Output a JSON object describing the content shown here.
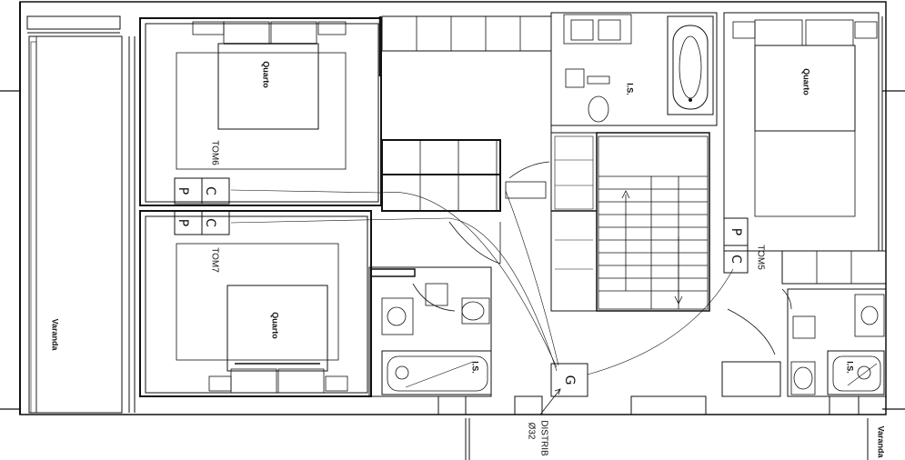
{
  "rooms": {
    "bedroom_1": "Quarto",
    "bedroom_2": "Quarto",
    "bedroom_3": "Quarto",
    "bathroom_top": "I.S.",
    "bathroom_bottom_left": "I.S.",
    "bathroom_bottom_right": "I.S."
  },
  "balconies": {
    "left": "Varanda",
    "right": "Varanda"
  },
  "tags": {
    "tom6": "TOM6",
    "tom7": "TOM7",
    "tom5": "TOM5"
  },
  "outlets": {
    "p": "P",
    "c": "C",
    "g": "G"
  },
  "distribution": {
    "label": "DISTRIB",
    "diameter": "Ø32"
  }
}
